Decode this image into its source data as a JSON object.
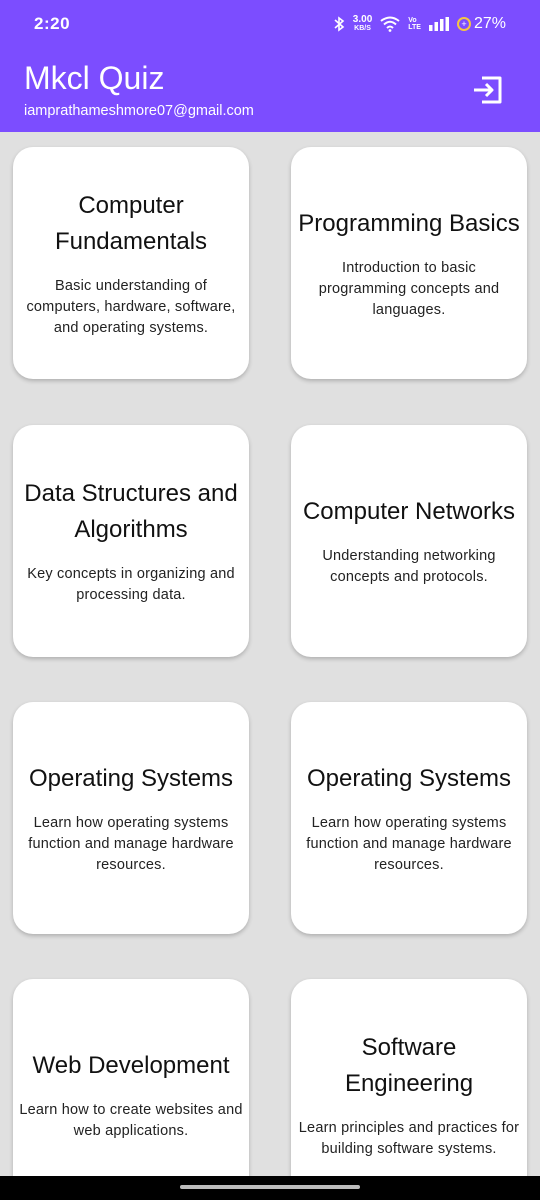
{
  "status_bar": {
    "time": "2:20",
    "net_speed_value": "3.00",
    "net_speed_unit": "KB/S",
    "volte_top": "Vo",
    "volte_bottom": "LTE",
    "battery": "27%"
  },
  "app_bar": {
    "title": "Mkcl Quiz",
    "email": "iamprathameshmore07@gmail.com"
  },
  "colors": {
    "primary": "#7c4dff",
    "background": "#e0e0e0",
    "card": "#ffffff"
  },
  "cards": [
    {
      "title": "Computer Fundamentals",
      "description": "Basic understanding of computers, hardware, software, and operating systems."
    },
    {
      "title": "Programming Basics",
      "description": "Introduction to basic programming concepts and languages."
    },
    {
      "title": "Data Structures and Algorithms",
      "description": "Key concepts in organizing and processing data."
    },
    {
      "title": "Computer Networks",
      "description": "Understanding networking concepts and protocols."
    },
    {
      "title": "Operating Systems",
      "description": "Learn how operating systems function and manage hardware resources."
    },
    {
      "title": "Operating Systems",
      "description": "Learn how operating systems function and manage hardware resources."
    },
    {
      "title": "Web Development",
      "description": "Learn how to create websites and web applications."
    },
    {
      "title": "Software Engineering",
      "description": "Learn principles and practices for building software systems."
    }
  ]
}
